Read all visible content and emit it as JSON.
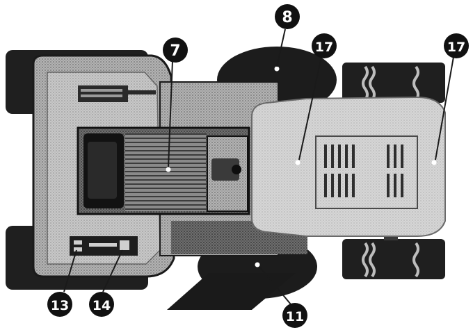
{
  "callouts": [
    {
      "id": "callout-8",
      "label": "8"
    },
    {
      "id": "callout-7",
      "label": "7"
    },
    {
      "id": "callout-17-center",
      "label": "17"
    },
    {
      "id": "callout-17-right",
      "label": "17"
    },
    {
      "id": "callout-13",
      "label": "13"
    },
    {
      "id": "callout-14",
      "label": "14"
    },
    {
      "id": "callout-11",
      "label": "11"
    }
  ],
  "colors": {
    "dark": "#1a1a1a",
    "tire": "#222222",
    "body_mid": "#8c8c8c",
    "body_light": "#c9c9c9",
    "hood_light": "#d4d4d4",
    "grille_dark": "#3a3a3a",
    "callout_text": "#ffffff"
  }
}
